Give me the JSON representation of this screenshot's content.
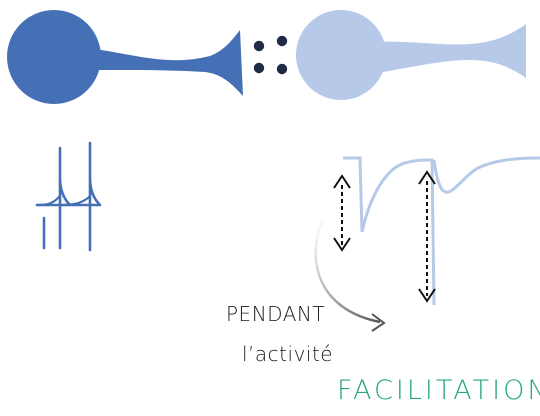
{
  "colors": {
    "presynaptic": "#4670b6",
    "postsynaptic": "#b6c9e8",
    "vesicle": "#1f2a44",
    "arrow": "#111111",
    "curved_arrow": "#6b6b6b",
    "facilitation": "#27a879",
    "text": "#1a1a1a"
  },
  "labels": {
    "pendant": "PENDANT",
    "activite": "l’activité",
    "facilitation": "FACILITATION"
  }
}
